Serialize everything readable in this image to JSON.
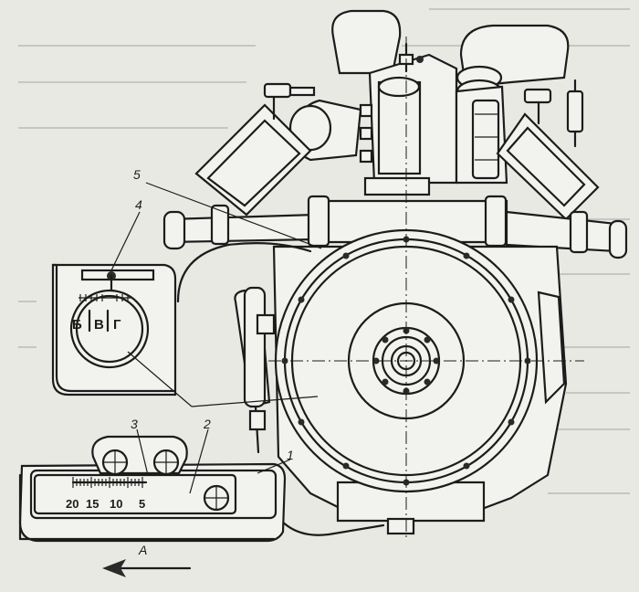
{
  "callouts": {
    "c1": "1",
    "c2": "2",
    "c3": "3",
    "c4": "4",
    "c5": "5"
  },
  "direction_label": "A",
  "indicator_window": {
    "marks": [
      "Б",
      "В",
      "Г"
    ]
  },
  "flywheel_scale": {
    "numbers": [
      "20",
      "15",
      "10",
      "5"
    ]
  }
}
